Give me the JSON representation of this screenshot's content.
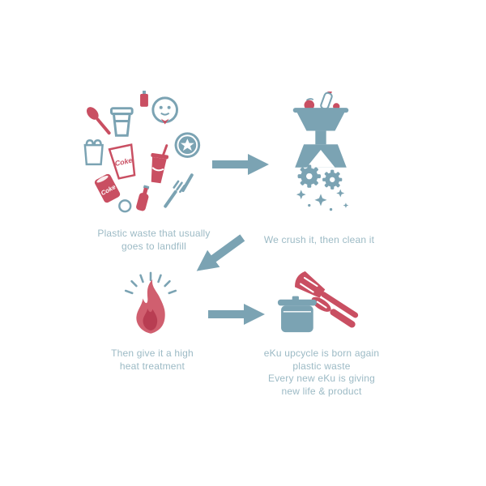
{
  "colors": {
    "blue": "#7ba3b3",
    "red": "#c94f62",
    "red_dark": "#b83d52",
    "caption_text": "#9cbac5",
    "background": "#ffffff"
  },
  "labels": {
    "coke": "Coke"
  },
  "steps": [
    {
      "name": "plastic-waste",
      "caption": "Plastic waste that usually\ngoes to landfill"
    },
    {
      "name": "crush-clean",
      "caption": "We crush it, then clean it"
    },
    {
      "name": "heat-treatment",
      "caption": "Then give it a high\nheat treatment"
    },
    {
      "name": "reborn-product",
      "caption": "eKu upcycle is born again\nplastic waste\nEvery new eKu is giving\nnew life & product"
    }
  ]
}
